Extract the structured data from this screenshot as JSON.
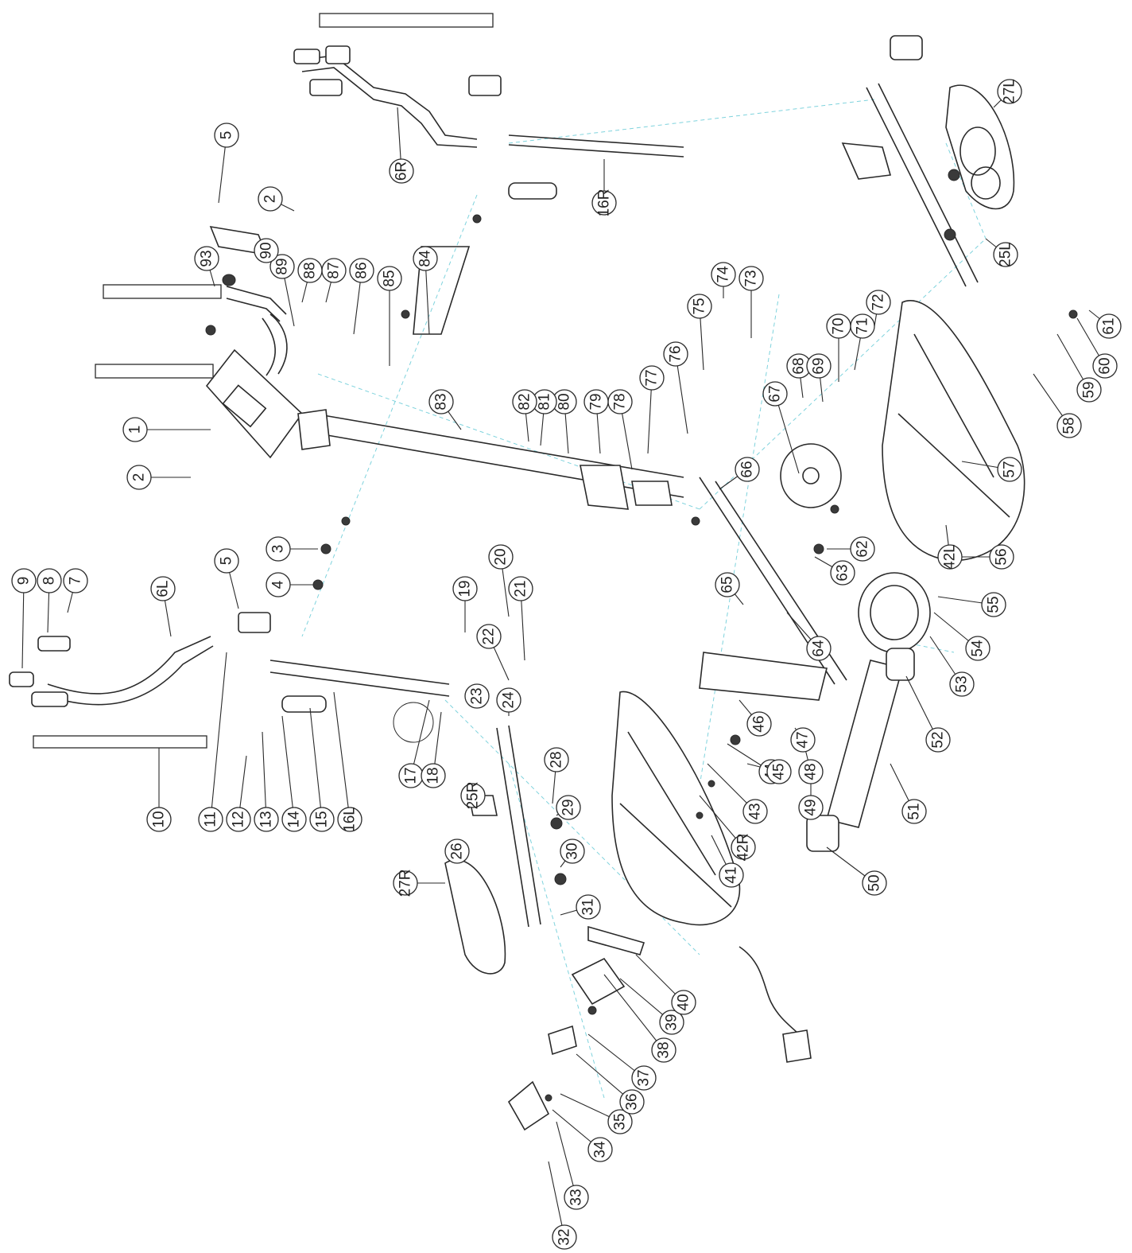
{
  "diagram": {
    "callouts": [
      "1",
      "2",
      "2",
      "3",
      "4",
      "5",
      "5",
      "6L",
      "6R",
      "7",
      "8",
      "9",
      "10",
      "11",
      "12",
      "13",
      "14",
      "15",
      "16L",
      "16R",
      "17",
      "18",
      "19",
      "20",
      "21",
      "22",
      "23",
      "24",
      "25L",
      "25R",
      "26",
      "27L",
      "27R",
      "28",
      "29",
      "30",
      "31",
      "32",
      "33",
      "34",
      "35",
      "36",
      "37",
      "38",
      "39",
      "40",
      "41",
      "42L",
      "42R",
      "43",
      "44",
      "45",
      "46",
      "47",
      "48",
      "49",
      "50",
      "51",
      "52",
      "53",
      "54",
      "55",
      "56",
      "57",
      "58",
      "59",
      "60",
      "61",
      "62",
      "63",
      "64",
      "65",
      "66",
      "67",
      "68",
      "69",
      "70",
      "71",
      "72",
      "73",
      "74",
      "75",
      "76",
      "77",
      "78",
      "79",
      "80",
      "81",
      "82",
      "83",
      "84",
      "85",
      "86",
      "87",
      "88",
      "89",
      "90",
      "93"
    ],
    "label_boxes": [
      "",
      "",
      "",
      ""
    ]
  },
  "colors": {
    "line": "#2a2a2a",
    "axis": "#7fd3dd",
    "background": "#ffffff"
  }
}
